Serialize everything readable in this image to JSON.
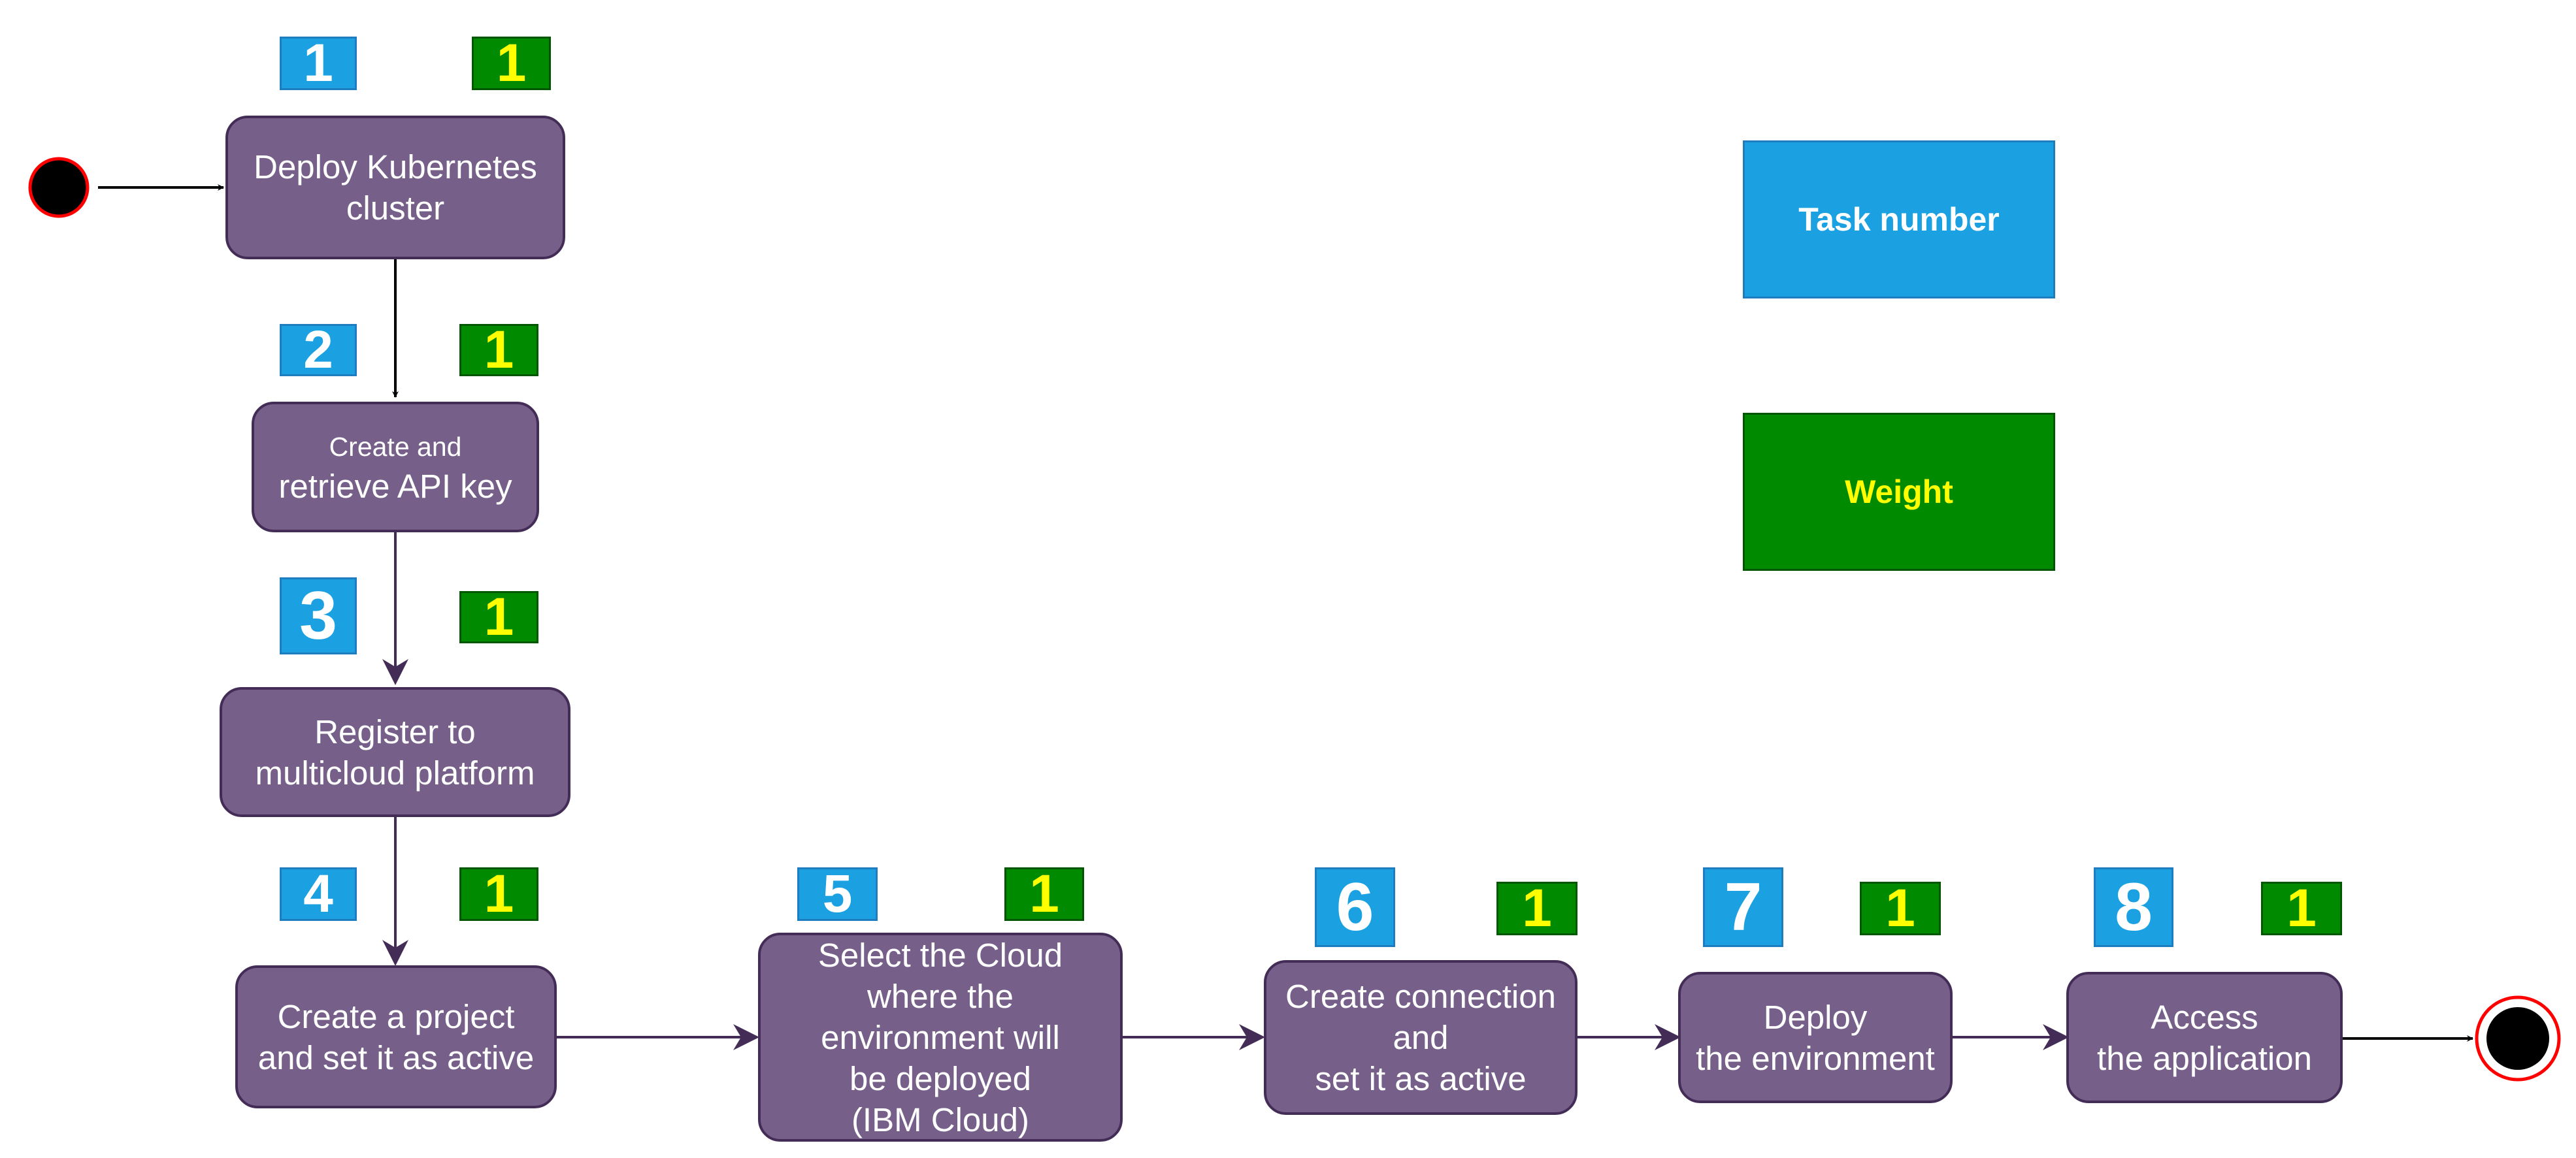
{
  "colors": {
    "task_fill": "#1ba1e2",
    "weight_fill": "#008a00",
    "weight_text": "#ffff00",
    "step_fill": "#76608a",
    "step_border": "#432d57",
    "end_marker_ring": "#ff0000"
  },
  "legend": {
    "task_label": "Task number",
    "weight_label": "Weight"
  },
  "steps": [
    {
      "task": "1",
      "weight": "1",
      "label": "Deploy Kubernetes\ncluster"
    },
    {
      "task": "2",
      "weight": "1",
      "label_small": "Create and",
      "label": "retrieve API key"
    },
    {
      "task": "3",
      "weight": "1",
      "label": "Register to\nmulticloud platform"
    },
    {
      "task": "4",
      "weight": "1",
      "label": "Create a project\nand set it as active"
    },
    {
      "task": "5",
      "weight": "1",
      "label": "Select  the Cloud\nwhere the\nenvironment will\nbe deployed\n(IBM Cloud)"
    },
    {
      "task": "6",
      "weight": "1",
      "label": "Create connection\nand\nset it as active"
    },
    {
      "task": "7",
      "weight": "1",
      "label": "Deploy\nthe environment"
    },
    {
      "task": "8",
      "weight": "1",
      "label": "Access\nthe application"
    }
  ]
}
